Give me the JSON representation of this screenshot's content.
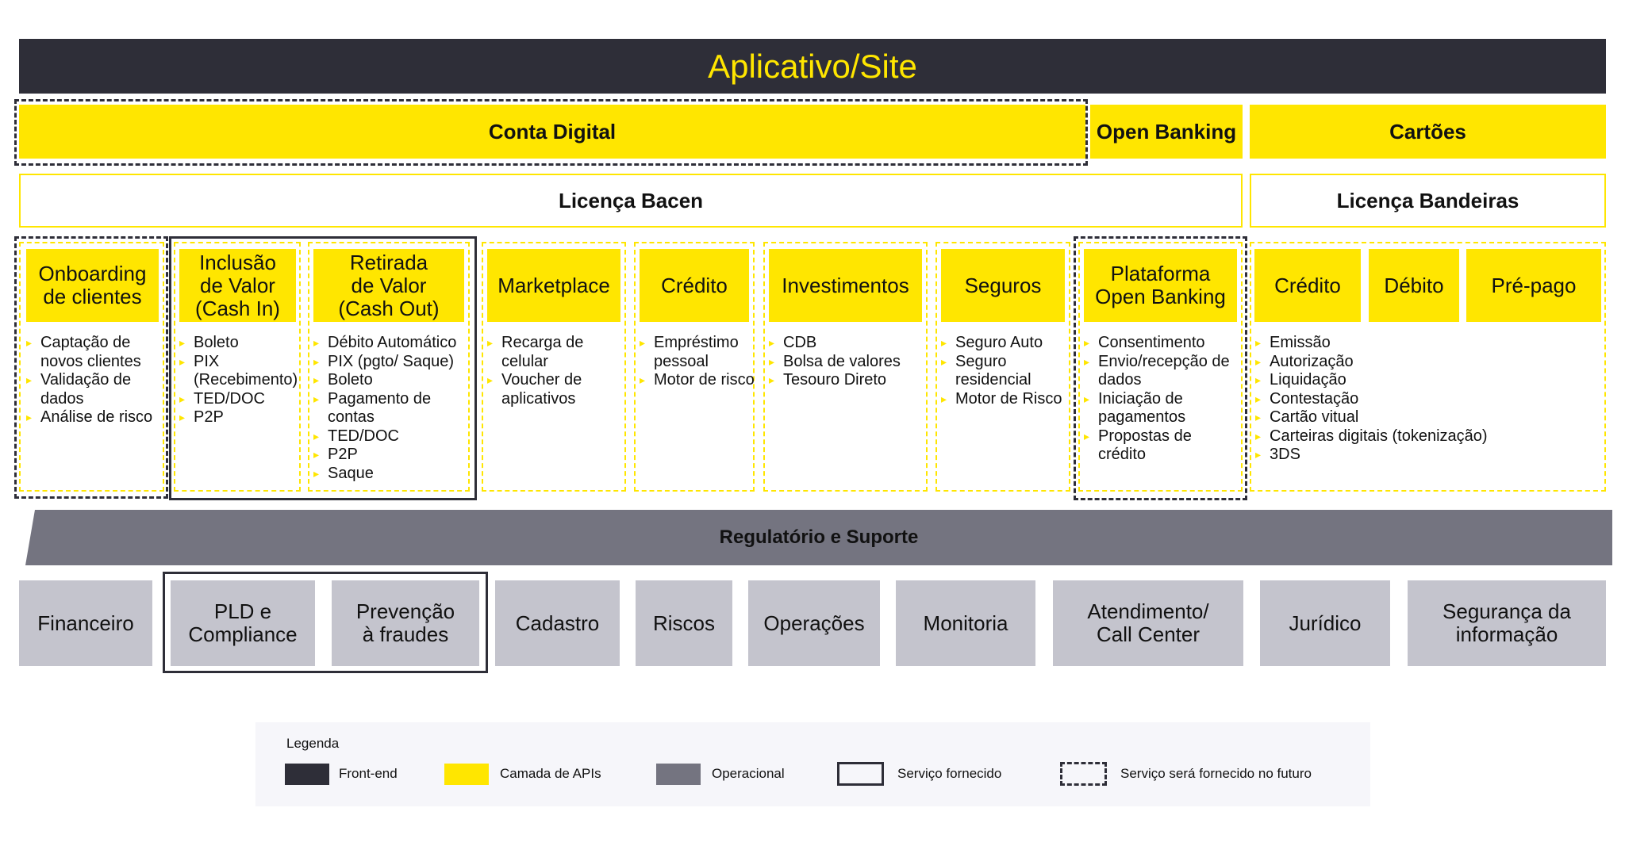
{
  "header": {
    "title": "Aplicativo/Site"
  },
  "layers": {
    "conta_digital": "Conta Digital",
    "open_banking": "Open Banking",
    "cartoes": "Cartões"
  },
  "licenses": {
    "bacen": "Licença Bacen",
    "bandeiras": "Licença Bandeiras"
  },
  "columns": [
    {
      "title": [
        "Onboarding",
        "de clientes"
      ],
      "items": [
        "Captação de novos clientes",
        "Validação de dados",
        "Análise de risco"
      ]
    },
    {
      "title": [
        "Inclusão",
        "de Valor",
        "(Cash In)"
      ],
      "items": [
        "Boleto",
        "PIX (Recebimento)",
        "TED/DOC",
        "P2P"
      ]
    },
    {
      "title": [
        "Retirada",
        "de Valor",
        "(Cash Out)"
      ],
      "items": [
        "Débito Automático",
        "PIX (pgto/ Saque)",
        "Boleto",
        "Pagamento de contas",
        "TED/DOC",
        "P2P",
        "Saque"
      ]
    },
    {
      "title": [
        "Marketplace"
      ],
      "items": [
        "Recarga de celular",
        "Voucher de aplicativos"
      ]
    },
    {
      "title": [
        "Crédito"
      ],
      "items": [
        "Empréstimo pessoal",
        "Motor de risco"
      ]
    },
    {
      "title": [
        "Investimentos"
      ],
      "items": [
        "CDB",
        "Bolsa de valores",
        "Tesouro Direto"
      ]
    },
    {
      "title": [
        "Seguros"
      ],
      "items": [
        "Seguro Auto",
        "Seguro residencial",
        "Motor de Risco"
      ]
    },
    {
      "title": [
        "Plataforma",
        "Open Banking"
      ],
      "items": [
        "Consentimento",
        "Envio/recepção de dados",
        "Iniciação de pagamentos",
        "Propostas de crédito"
      ]
    }
  ],
  "cards": {
    "titles": [
      "Crédito",
      "Débito",
      "Pré-pago"
    ],
    "items": [
      "Emissão",
      "Autorização",
      "Liquidação",
      "Contestação",
      "Cartão vitual",
      "Carteiras digitais (tokenização)",
      "3DS"
    ]
  },
  "regulatory": {
    "title": "Regulatório e Suporte"
  },
  "support": [
    [
      "Financeiro"
    ],
    [
      "PLD e",
      "Compliance"
    ],
    [
      "Prevenção",
      "à fraudes"
    ],
    [
      "Cadastro"
    ],
    [
      "Riscos"
    ],
    [
      "Operações"
    ],
    [
      "Monitoria"
    ],
    [
      "Atendimento/",
      "Call Center"
    ],
    [
      "Jurídico"
    ],
    [
      "Segurança da",
      "informação"
    ]
  ],
  "legend": {
    "title": "Legenda",
    "entries": [
      {
        "label": "Front-end",
        "color": "#2e2e38"
      },
      {
        "label": "Camada de APIs",
        "color": "#ffe600"
      },
      {
        "label": "Operacional",
        "color": "#747480"
      },
      {
        "label": "Serviço fornecido",
        "style": "solid"
      },
      {
        "label": "Serviço será fornecido no futuro",
        "style": "dashed"
      }
    ]
  }
}
